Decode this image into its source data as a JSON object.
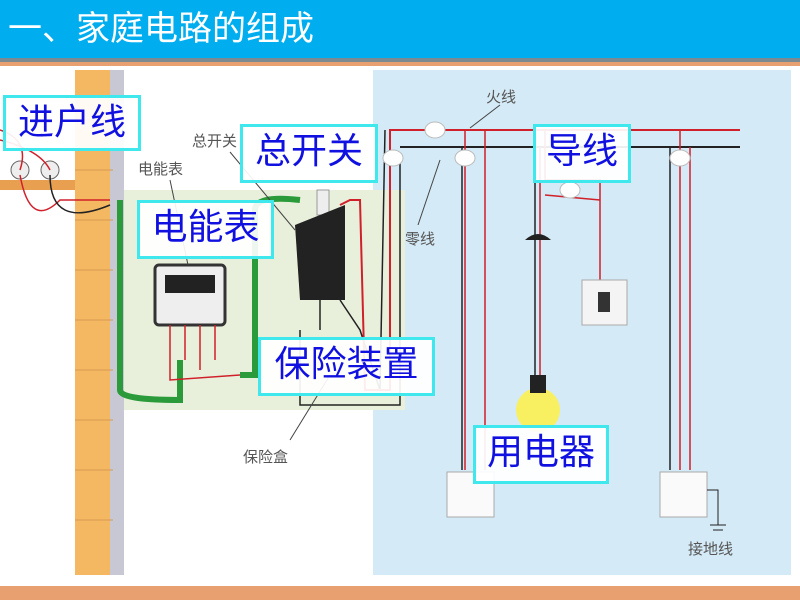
{
  "title": "一、家庭电路的组成",
  "callouts": {
    "service_line": "进户线",
    "main_switch": "总开关",
    "wire": "导线",
    "meter": "电能表",
    "fuse": "保险装置",
    "appliance": "用电器"
  },
  "labels": {
    "live": "火线",
    "main_switch": "总开关",
    "meter": "电能表",
    "neutral": "零线",
    "fuse_box": "保险盒",
    "ground": "接地线"
  },
  "colors": {
    "header": "#00aeef",
    "callout_border": "#3ee8ec",
    "callout_text": "#1010e0",
    "live_wire": "#d0202a",
    "neutral_wire": "#222222"
  }
}
